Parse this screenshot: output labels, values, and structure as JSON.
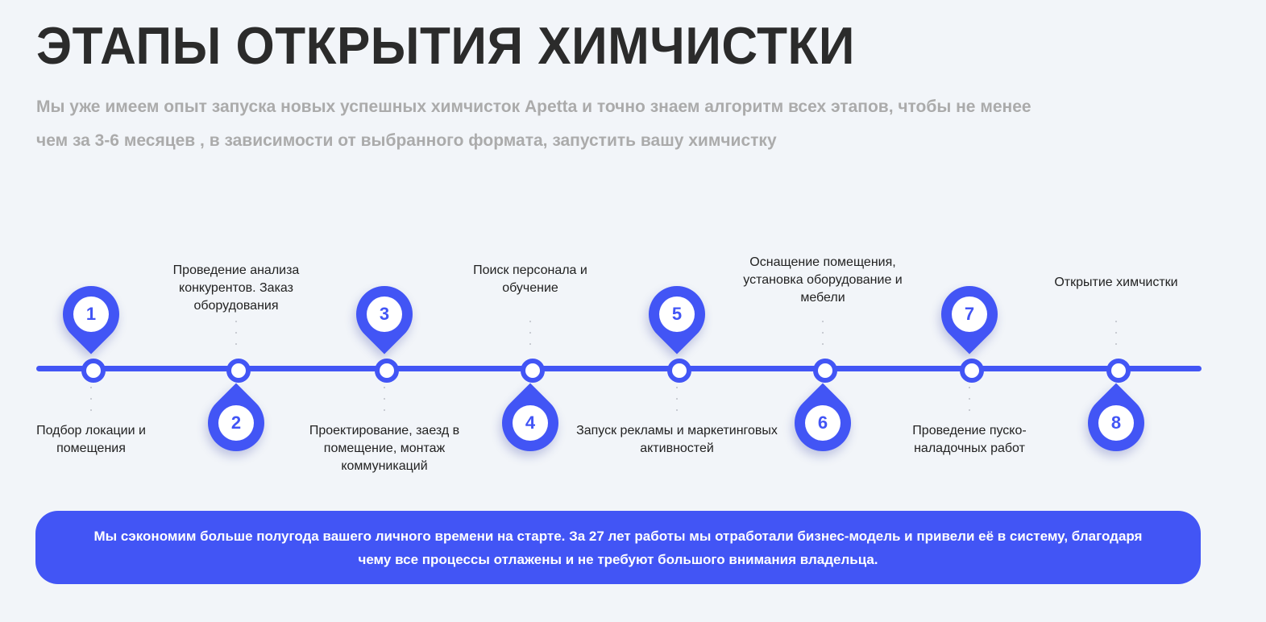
{
  "header": {
    "title": "ЭТАПЫ ОТКРЫТИЯ ХИМЧИСТКИ",
    "subtitle": "Мы уже имеем опыт запуска новых успешных химчисток Apetta и точно знаем алгоритм всех этапов, чтобы не менее чем за 3-6 месяцев , в зависимости от выбранного формата, запустить вашу химчистку"
  },
  "colors": {
    "accent": "#4255f5",
    "background": "#f2f5f9",
    "title": "#2b2b2b",
    "subtitle": "#ababab"
  },
  "steps": [
    {
      "number": "1",
      "label": "Подбор локации и помещения"
    },
    {
      "number": "2",
      "label": "Проведение анализа конкурентов. Заказ оборудования"
    },
    {
      "number": "3",
      "label": "Проектирование, заезд в помещение, монтаж коммуникаций"
    },
    {
      "number": "4",
      "label": "Поиск персонала и обучение"
    },
    {
      "number": "5",
      "label": "Запуск рекламы и маркетинговых активностей"
    },
    {
      "number": "6",
      "label": "Оснащение помещения, установка оборудование и мебели"
    },
    {
      "number": "7",
      "label": "Проведение пуско-наладочных работ"
    },
    {
      "number": "8",
      "label": "Открытие химчистки"
    }
  ],
  "banner": {
    "text": "Мы сэкономим больше полугода вашего личного времени на старте. За 27 лет работы мы отработали бизнес-модель и привели её в систему, благодаря чему все процессы отлажены и не требуют большого внимания владельца."
  }
}
